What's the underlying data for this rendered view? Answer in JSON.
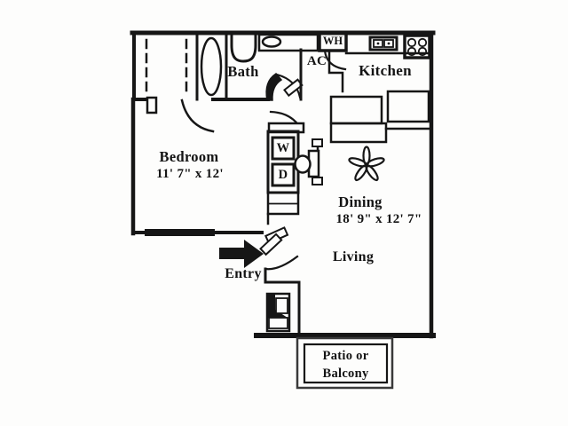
{
  "plan": {
    "rooms": {
      "bath": {
        "label": "Bath"
      },
      "kitchen": {
        "label": "Kitchen"
      },
      "bedroom": {
        "label": "Bedroom",
        "dims": "11' 7\" x 12'"
      },
      "dining": {
        "label": "Dining",
        "dims": "18' 9\" x 12' 7\""
      },
      "living": {
        "label": "Living"
      },
      "entry": {
        "label": "Entry"
      },
      "patio": {
        "line1": "Patio or",
        "line2": "Balcony"
      }
    },
    "labels": {
      "water_heater": "WH",
      "air_conditioner": "AC",
      "washer": "W",
      "dryer": "D"
    },
    "colors": {
      "ink": "#161616",
      "paper": "#fdfdfc"
    }
  }
}
